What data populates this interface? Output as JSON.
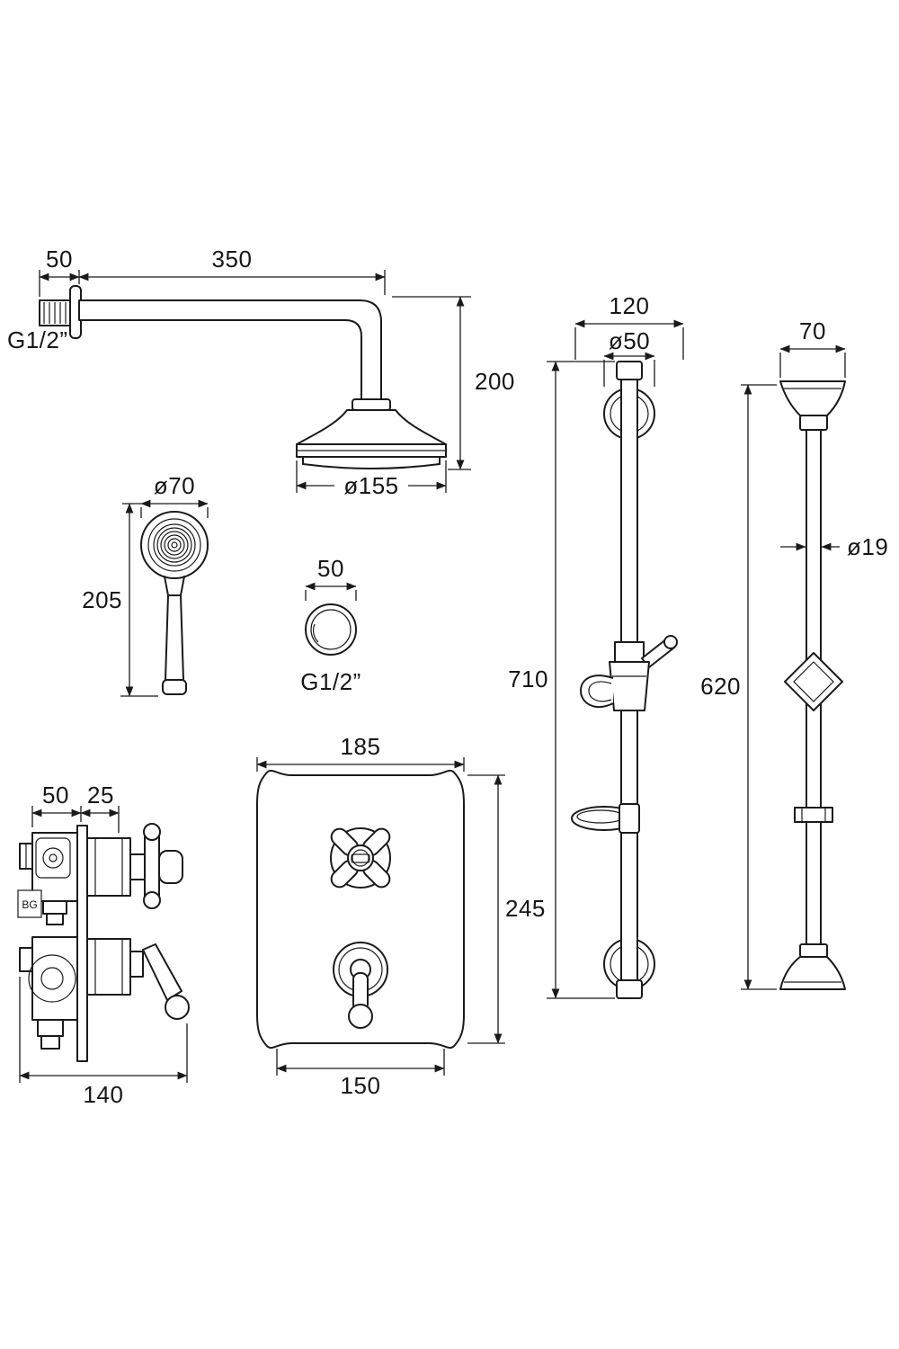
{
  "drawing": {
    "shower_arm": {
      "wall_offset": "50",
      "arm_length": "350",
      "drop_height": "200",
      "thread": "G1/2”",
      "head_diameter": "ø155"
    },
    "handset": {
      "head_diameter": "ø70",
      "length": "205"
    },
    "wall_outlet": {
      "width": "50",
      "thread": "G1/2”"
    },
    "rail_front": {
      "overall_width": "120",
      "rosette_diameter": "ø50",
      "height": "710"
    },
    "rail_side": {
      "bracket_width": "70",
      "tube_diameter": "ø19",
      "height": "620"
    },
    "valve_side": {
      "recess_depth": "50",
      "exposed_depth": "25",
      "overall_width": "140",
      "logo": "BG"
    },
    "valve_front": {
      "plate_width": "185",
      "plate_height": "245",
      "cutout_width": "150"
    }
  }
}
